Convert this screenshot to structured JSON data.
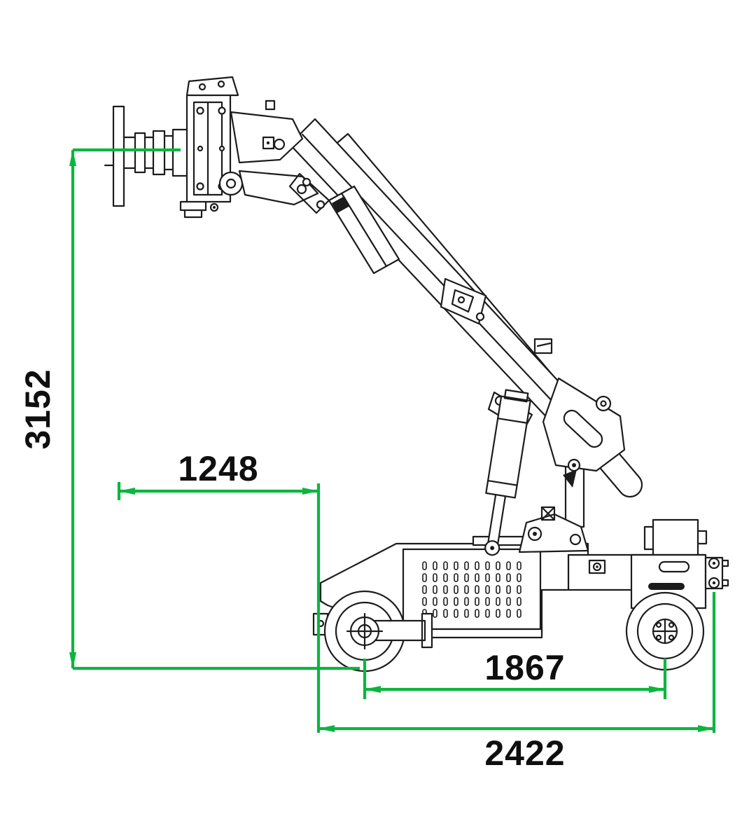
{
  "theme": {
    "accent": "#0cb53f",
    "ink": "#0f0f0f",
    "line": "#1c1c1c",
    "background": "#ffffff"
  },
  "dimensions": {
    "height": {
      "label": "3152"
    },
    "reach": {
      "label": "1248"
    },
    "wheelbase": {
      "label": "1867"
    },
    "overall_length": {
      "label": "2422"
    }
  }
}
